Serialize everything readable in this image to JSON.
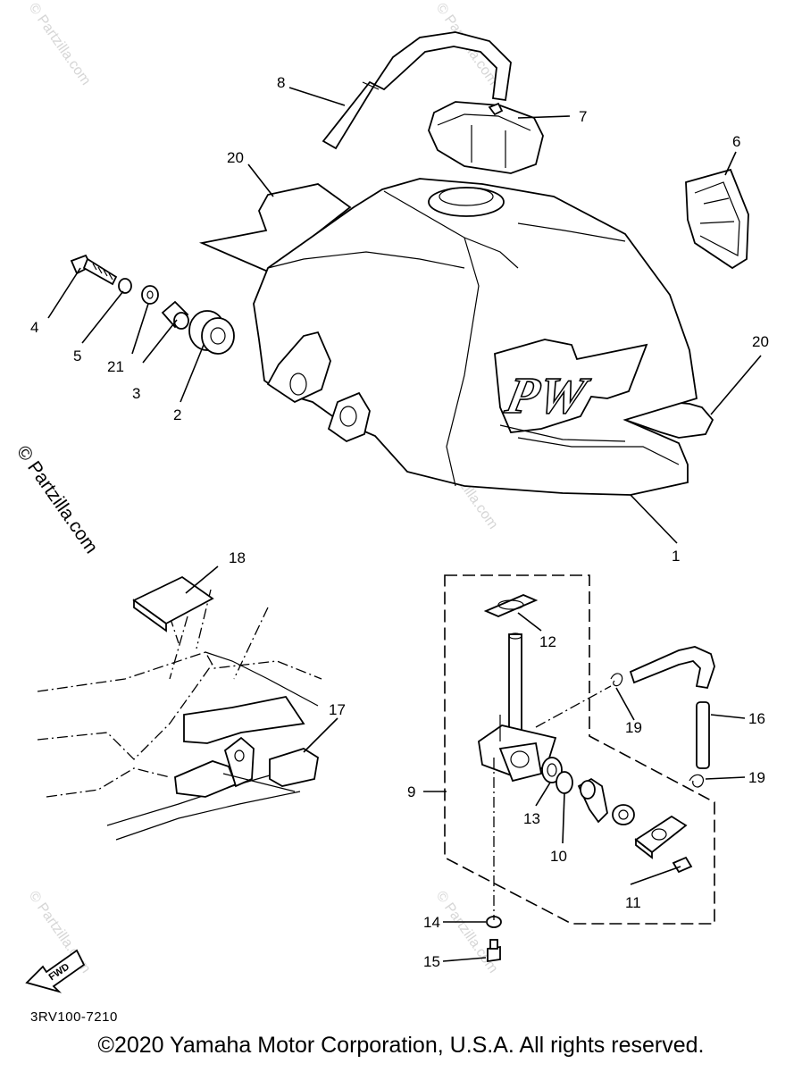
{
  "diagram": {
    "code": "3RV100-7210",
    "copyright": "©2020 Yamaha Motor Corporation, U.S.A. All rights reserved.",
    "watermark": "© Partzilla.com",
    "fwd_label": "FWD",
    "logo_text": "PW"
  },
  "callouts": [
    "1",
    "2",
    "3",
    "4",
    "5",
    "6",
    "7",
    "8",
    "9",
    "10",
    "11",
    "12",
    "13",
    "14",
    "15",
    "16",
    "17",
    "18",
    "19",
    "19",
    "20",
    "20",
    "21"
  ]
}
